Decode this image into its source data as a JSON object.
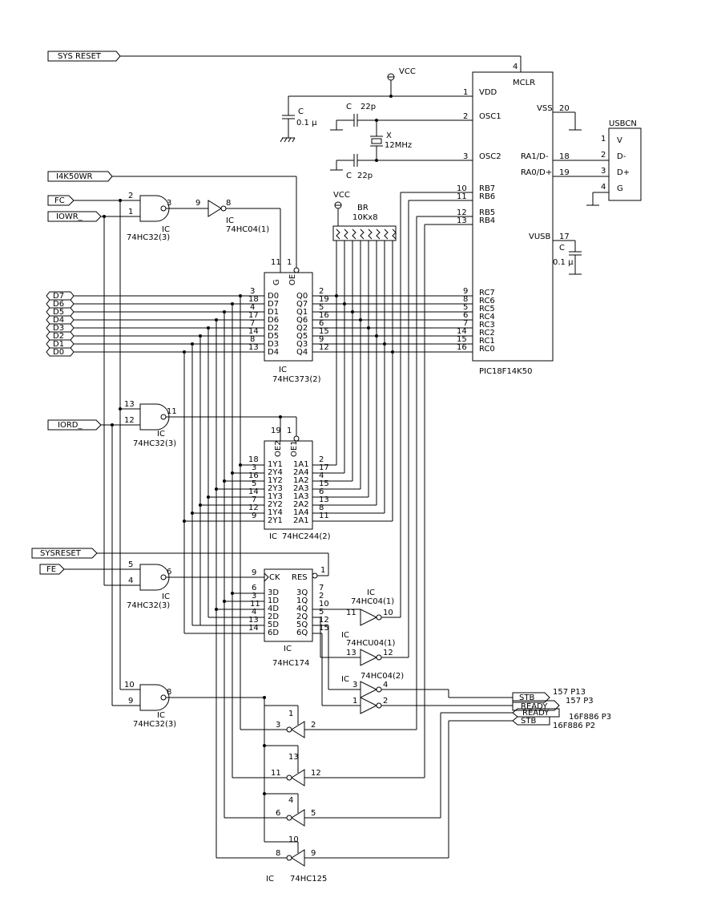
{
  "ports": {
    "sys_reset": "SYS RESET",
    "i4k50wr": "I4K50WR",
    "fc": "FC",
    "iowr": "IOWR_",
    "d7": "D7",
    "d6": "D6",
    "d5": "D5",
    "d4": "D4",
    "d3": "D3",
    "d2": "D2",
    "d1": "D1",
    "d0": "D0",
    "iord": "IORD_",
    "sysreset": "SYSRESET",
    "fe": "FE",
    "stb1": "STB",
    "ready1": "READY",
    "ready2": "READY",
    "stb2": "STB"
  },
  "port_notes": {
    "n1": "157 P13",
    "n2": "157 P3",
    "n3": "16F886 P3",
    "n4": "16F886 P2"
  },
  "power": {
    "vcc1": "VCC",
    "vcc2": "VCC"
  },
  "mcu": {
    "name": "PIC18F14K50",
    "pins": {
      "mclr": "MCLR",
      "vdd": "VDD",
      "osc1": "OSC1",
      "osc2": "OSC2",
      "vss": "VSS",
      "ra1": "RA1/D-",
      "ra0": "RA0/D+",
      "vusb": "VUSB",
      "rb7": "RB7",
      "rb6": "RB6",
      "rb5": "RB5",
      "rb4": "RB4",
      "rc7": "RC7",
      "rc6": "RC6",
      "rc5": "RC5",
      "rc4": "RC4",
      "rc3": "RC3",
      "rc2": "RC2",
      "rc1": "RC1",
      "rc0": "RC0"
    },
    "nums": {
      "mclr": "4",
      "vdd": "1",
      "osc1": "2",
      "osc2": "3",
      "vss": "20",
      "ra1": "18",
      "ra0": "19",
      "vusb": "17",
      "rb7": "10",
      "rb6": "11",
      "rb5": "12",
      "rb4": "13",
      "rc7": "9",
      "rc6": "8",
      "rc5": "5",
      "rc4": "6",
      "rc3": "7",
      "rc2": "14",
      "rc1": "15",
      "rc0": "16"
    }
  },
  "usb": {
    "name": "USBCN",
    "pins": {
      "v": "V",
      "dm": "D-",
      "dp": "D+",
      "g": "G"
    },
    "nums": {
      "v": "1",
      "dm": "2",
      "dp": "3",
      "g": "4"
    }
  },
  "passives": {
    "c1": "C",
    "c1v": "0.1 μ",
    "c2": "C",
    "c2v": "22p",
    "c3": "C",
    "c3v": "22p",
    "xtal": "X",
    "xtalv": "12MHz",
    "c4": "C",
    "c4v": "0.1 μ",
    "br": "BR",
    "brv": "10Kx8"
  },
  "ic373": {
    "label": "IC",
    "part": "74HC373(2)",
    "top": {
      "g": "G",
      "oe": "OE",
      "gn": "11",
      "oen": "1"
    },
    "left": [
      "D0",
      "D7",
      "D1",
      "D6",
      "D2",
      "D5",
      "D3",
      "D4"
    ],
    "leftn": [
      "3",
      "18",
      "4",
      "17",
      "7",
      "14",
      "8",
      "13"
    ],
    "right": [
      "Q0",
      "Q7",
      "Q1",
      "Q6",
      "Q2",
      "Q5",
      "Q3",
      "Q4"
    ],
    "rightn": [
      "2",
      "19",
      "5",
      "16",
      "6",
      "15",
      "9",
      "12"
    ]
  },
  "ic244": {
    "label": "IC",
    "part": "74HC244(2)",
    "top": {
      "oe2": "OE2",
      "oe1": "OE1",
      "oe2n": "19",
      "oe1n": "1"
    },
    "left": [
      "1Y1",
      "2Y4",
      "1Y2",
      "2Y3",
      "1Y3",
      "2Y2",
      "1Y4",
      "2Y1"
    ],
    "leftn": [
      "18",
      "3",
      "16",
      "5",
      "14",
      "7",
      "12",
      "9"
    ],
    "right": [
      "1A1",
      "2A4",
      "1A2",
      "2A3",
      "1A3",
      "2A2",
      "1A4",
      "2A1"
    ],
    "rightn": [
      "2",
      "17",
      "4",
      "15",
      "6",
      "13",
      "8",
      "11"
    ]
  },
  "ic174": {
    "label": "IC",
    "part": "74HC174",
    "ck": "CK",
    "ckn": "9",
    "res": "RES",
    "resn": "1",
    "left": [
      "3D",
      "1D",
      "4D",
      "2D",
      "5D",
      "6D"
    ],
    "leftn": [
      "6",
      "3",
      "11",
      "4",
      "13",
      "14"
    ],
    "right": [
      "3Q",
      "1Q",
      "4Q",
      "2Q",
      "5Q",
      "6Q"
    ],
    "rightn": [
      "7",
      "2",
      "10",
      "5",
      "12",
      "15"
    ]
  },
  "gates": {
    "g1": {
      "label": "IC",
      "part": "74HC32(3)",
      "a": "2",
      "b": "1",
      "y": "3"
    },
    "g2": {
      "label": "IC",
      "part": "74HC32(3)",
      "a": "13",
      "b": "12",
      "y": "11"
    },
    "g3": {
      "label": "IC",
      "part": "74HC32(3)",
      "a": "5",
      "b": "4",
      "y": "6"
    },
    "g4": {
      "label": "IC",
      "part": "74HC32(3)",
      "a": "10",
      "b": "9",
      "y": "8"
    },
    "inv1": {
      "label": "IC",
      "part": "74HC04(1)",
      "a": "9",
      "y": "8"
    },
    "inv2": {
      "label": "IC",
      "part": "74HC04(1)",
      "a": "11",
      "y": "10"
    },
    "inv3": {
      "label": "IC",
      "part": "74HCU04(1)",
      "a": "13",
      "y": "12"
    },
    "inv4": {
      "label": "IC",
      "part": "74HC04(2)",
      "a": "3",
      "y": "4"
    },
    "inv5": {
      "a": "1",
      "y": "2"
    }
  },
  "ic125": {
    "label": "IC",
    "part": "74HC125",
    "b1": {
      "oe": "1",
      "a": "3",
      "y": "2"
    },
    "b2": {
      "oe": "13",
      "a": "11",
      "y": "12"
    },
    "b3": {
      "oe": "4",
      "a": "6",
      "y": "5"
    },
    "b4": {
      "oe": "10",
      "a": "8",
      "y": "9"
    }
  }
}
